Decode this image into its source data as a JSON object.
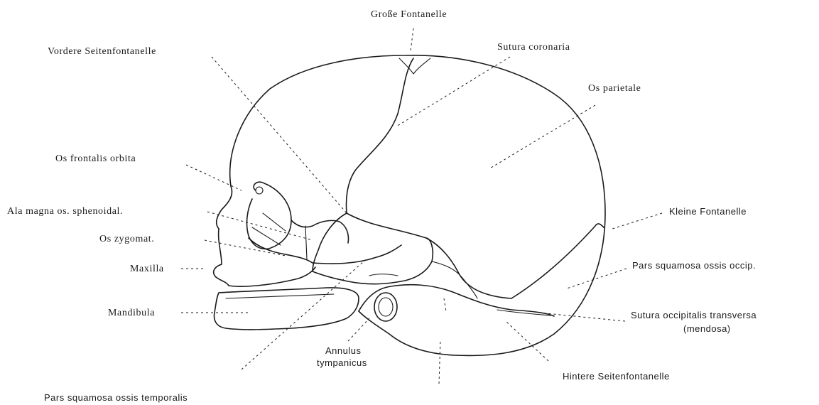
{
  "labels": {
    "grosse_fontanelle": "Große Fontanelle",
    "vordere_seitenfontanelle": "Vordere Seitenfontanelle",
    "sutura_coronaria": "Sutura coronaria",
    "os_parietale": "Os parietale",
    "os_frontalis_orbita": "Os frontalis orbita",
    "ala_magna": "Ala magna os. sphenoidal.",
    "os_zygomat": "Os zygomat.",
    "maxilla": "Maxilla",
    "mandibula": "Mandibula",
    "kleine_fontanelle": "Kleine Fontanelle",
    "pars_squamosa_occip": "Pars squamosa ossis occip.",
    "sutura_occipitalis_line1": "Sutura occipitalis transversa",
    "sutura_occipitalis_line2": "(mendosa)",
    "annulus_line1": "Annulus",
    "annulus_line2": "tympanicus",
    "hintere_seitenfontanelle": "Hintere Seitenfontanelle",
    "pars_squamosa_temporalis": "Pars squamosa ossis temporalis"
  }
}
